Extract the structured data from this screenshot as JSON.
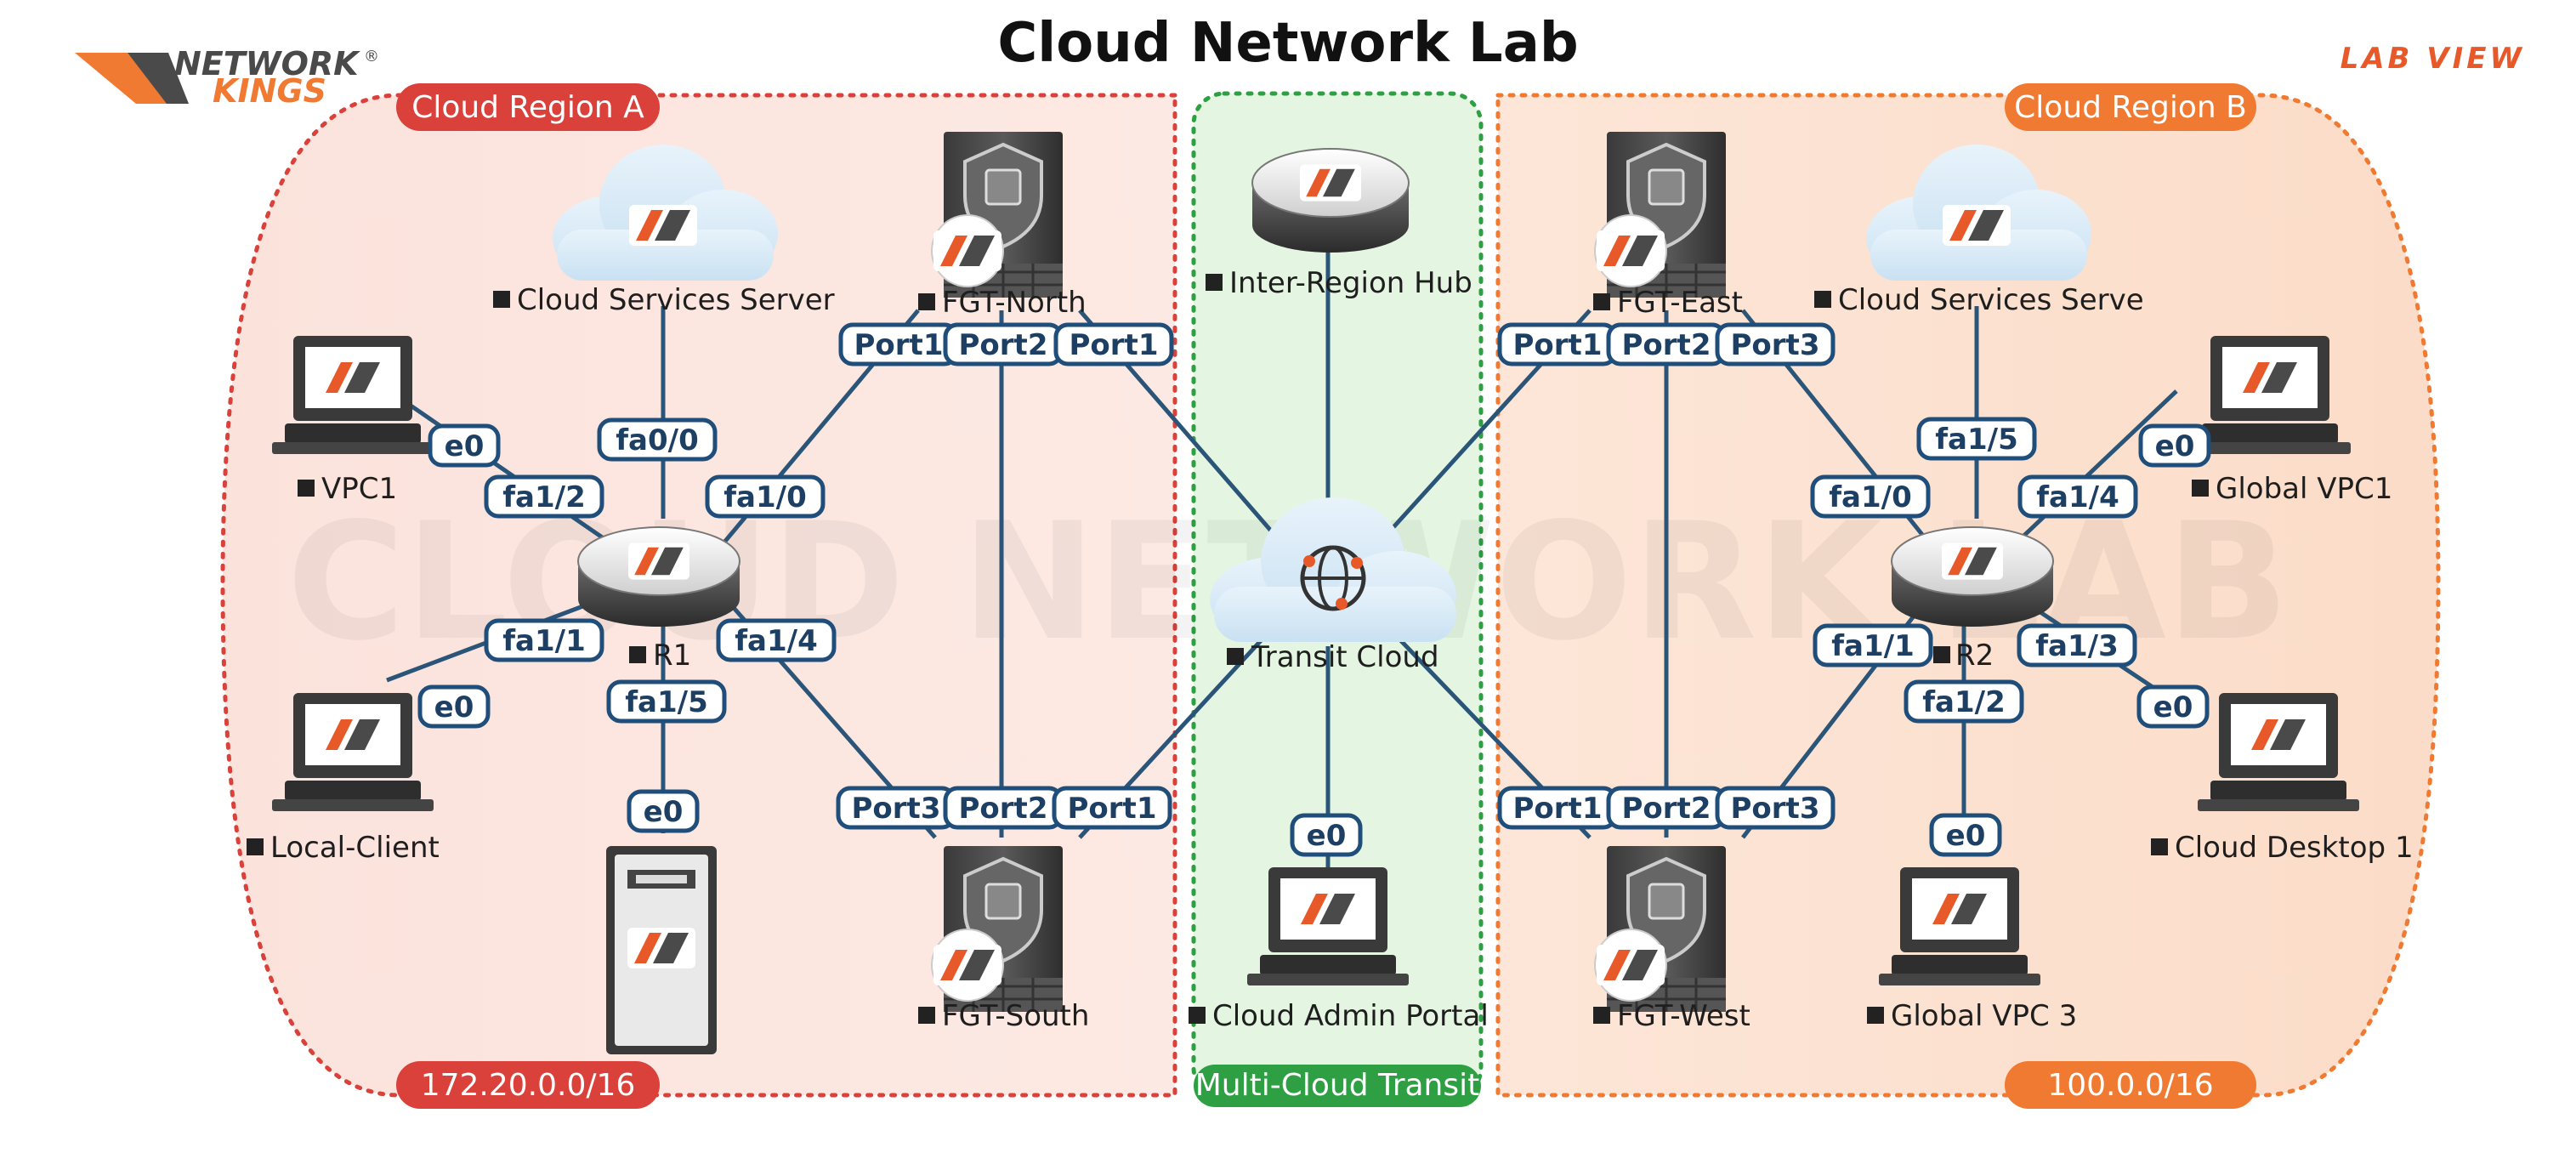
{
  "title": "Cloud Network Lab",
  "brand": {
    "line1": "NETWORK",
    "line2": "KINGS",
    "mark": "®"
  },
  "lab_view": "LAB VIEW",
  "watermark": "CLOUD NETWORK LAB",
  "colors": {
    "region_a": "#d9413a",
    "region_b": "#f07a31",
    "transit": "#2ea043",
    "link": "#2a5578",
    "port_border": "#1f4e7a",
    "device_orange": "#e8592a"
  },
  "regions": {
    "a": {
      "label": "Cloud Region A",
      "subnet": "172.20.0.0/16"
    },
    "transit": {
      "label": "Multi-Cloud Transit"
    },
    "b": {
      "label": "Cloud Region B",
      "subnet": "100.0.0/16"
    }
  },
  "nodes": {
    "css_a": "Cloud Services Server",
    "vpc1": "VPC1",
    "r1": "R1",
    "local_client": "Local-Client",
    "fgt_north": "FGT-North",
    "fgt_south": "FGT-South",
    "hub": "Inter-Region Hub",
    "transit": "Transit Cloud",
    "admin": "Cloud Admin Portal",
    "fgt_east": "FGT-East",
    "fgt_west": "FGT-West",
    "css_b": "Cloud Services Serve",
    "r2": "R2",
    "gvpc1": "Global VPC1",
    "desk1": "Cloud Desktop 1",
    "gvpc3": "Global VPC 3"
  },
  "ports": {
    "vpc1_e0": "e0",
    "r1_fa12": "fa1/2",
    "css_fa00": "fa0/0",
    "r1_fa10": "fa1/0",
    "r1_fa11": "fa1/1",
    "lc_e0": "e0",
    "r1_fa14": "fa1/4",
    "r1_fa15": "fa1/5",
    "srv_e0": "e0",
    "n_p1a": "Port1",
    "n_p2": "Port2",
    "n_p1b": "Port1",
    "s_p3": "Port3",
    "s_p2": "Port2",
    "s_p1": "Port1",
    "adm_e0": "e0",
    "e_p1": "Port1",
    "e_p2": "Port2",
    "e_p3": "Port3",
    "w_p1": "Port1",
    "w_p2": "Port2",
    "w_p3": "Port3",
    "r2_fa15": "fa1/5",
    "r2_fa10": "fa1/0",
    "r2_fa14": "fa1/4",
    "g1_e0": "e0",
    "r2_fa11": "fa1/1",
    "r2_fa13": "fa1/3",
    "r2_fa12": "fa1/2",
    "d1_e0": "e0",
    "g3_e0": "e0"
  }
}
